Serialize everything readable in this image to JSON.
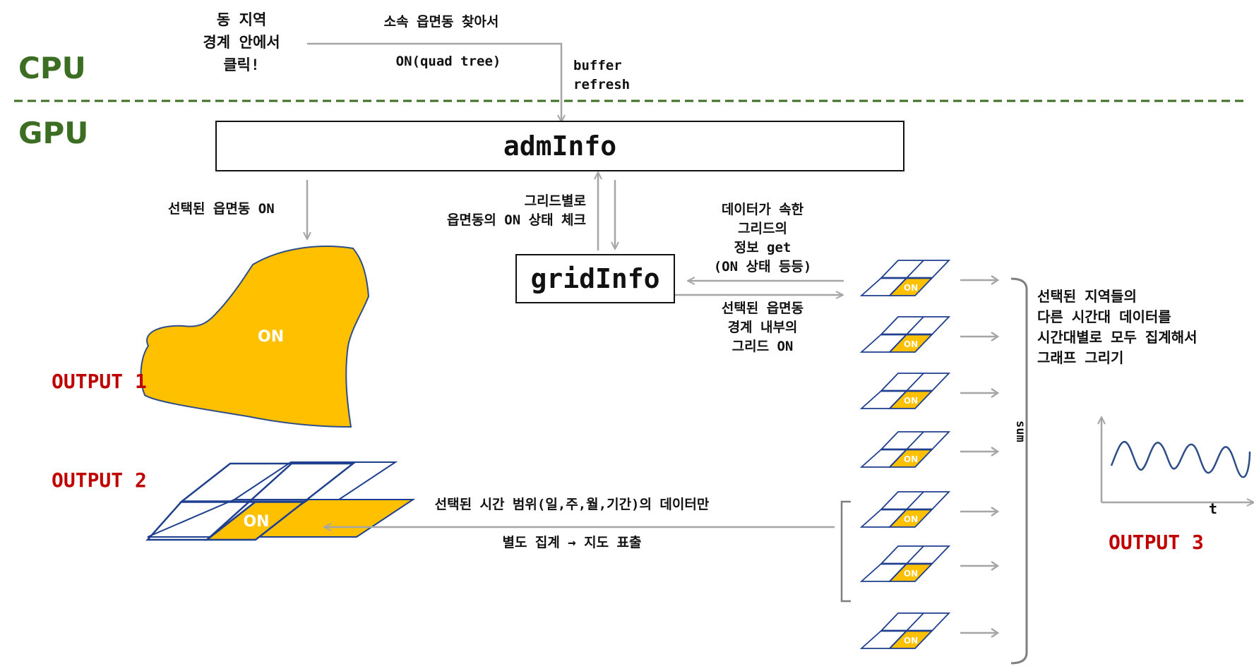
{
  "layers": {
    "cpu": "CPU",
    "gpu": "GPU"
  },
  "cpu": {
    "click_text": "동 지역\n경계 안에서\n클릭!",
    "search_text": "소속 읍면동 찾아서",
    "quadtree_text": "ON(quad tree)",
    "buffer_text": "buffer\nrefresh"
  },
  "gpu": {
    "adminfo_label": "admInfo",
    "gridinfo_label": "gridInfo",
    "selected_on_text": "선택된 읍면동 ON",
    "grid_check_text": "그리드별로\n읍면동의 ON 상태 체크",
    "data_get_text": "데이터가 속한\n그리드의\n정보 get\n(ON 상태 등등)",
    "grid_on_text": "선택된 읍면동\n경계 내부의\n그리드 ON",
    "region_on_label": "ON",
    "grid_on_label": "ON",
    "time_range_text": "선택된 시간 범위(일,주,월,기간)의 데이터만",
    "aggregate_text": "별도 집계 → 지도 표출",
    "sum_label": "sum",
    "graph_text": "선택된 지역들의\n다른 시간대 데이터를\n시간대별로 모두 집계해서\n그래프 그리기",
    "t_label": "t"
  },
  "outputs": {
    "output1": "OUTPUT 1",
    "output2": "OUTPUT 2",
    "output3": "OUTPUT 3"
  },
  "colors": {
    "layer_green": "#3b6e22",
    "on_fill": "#ffc000",
    "grid_stroke": "#1f3f8f",
    "output_red": "#c00000",
    "arrow_gray": "#a6a6a6"
  },
  "mini_grids": [
    {
      "label": "ON"
    },
    {
      "label": "ON"
    },
    {
      "label": "ON"
    },
    {
      "label": "ON"
    },
    {
      "label": "ON"
    },
    {
      "label": "ON"
    },
    {
      "label": "ON"
    }
  ]
}
